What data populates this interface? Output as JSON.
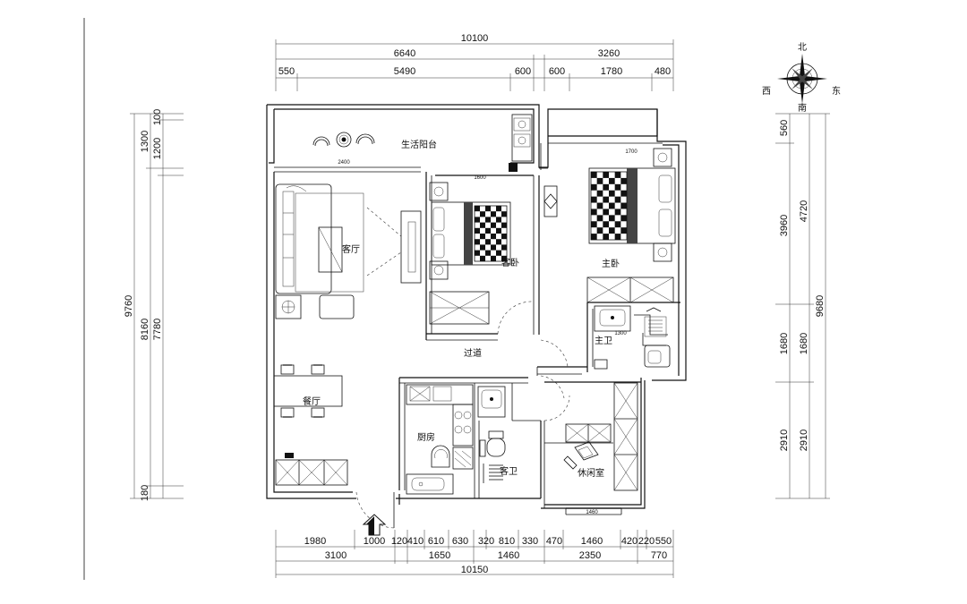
{
  "plan": {
    "rooms": {
      "balcony": "生活阳台",
      "living": "客厅",
      "guest_bedroom": "客卧",
      "master_bedroom": "主卧",
      "master_bath": "主卫",
      "corridor": "过道",
      "dining": "餐厅",
      "kitchen": "厨房",
      "guest_bath": "客卫",
      "leisure": "休闲室"
    },
    "top_dims": {
      "overall": "10100",
      "left": "6640",
      "right": "3260",
      "segments": [
        "550",
        "5490",
        "600",
        "600",
        "1780",
        "480"
      ]
    },
    "bottom_dims": {
      "row1": [
        "1980",
        "1000",
        "120",
        "410",
        "610",
        "630",
        "320",
        "810",
        "330",
        "470",
        "1460",
        "420",
        "220",
        "550"
      ],
      "row2": [
        "3100",
        "1650",
        "1460",
        "2350",
        "770"
      ],
      "overall": "10150"
    },
    "left_dims": {
      "overall": "9760",
      "col1": [
        "1300",
        "8160",
        "180"
      ],
      "col2": [
        "100",
        "1200",
        "7780"
      ]
    },
    "right_dims": {
      "overall": "9680",
      "col1": [
        "560",
        "3960",
        "1680",
        "2910"
      ],
      "col2": [
        "4720",
        "1680",
        "2910"
      ]
    },
    "inner_dims": {
      "balcony_w": "2400",
      "guest_w": "1600",
      "master_bed_w": "1700",
      "bath_w": "1300",
      "leisure_w": "1460"
    },
    "compass": {
      "north": "北",
      "south": "南",
      "east": "东",
      "west": "西"
    }
  }
}
